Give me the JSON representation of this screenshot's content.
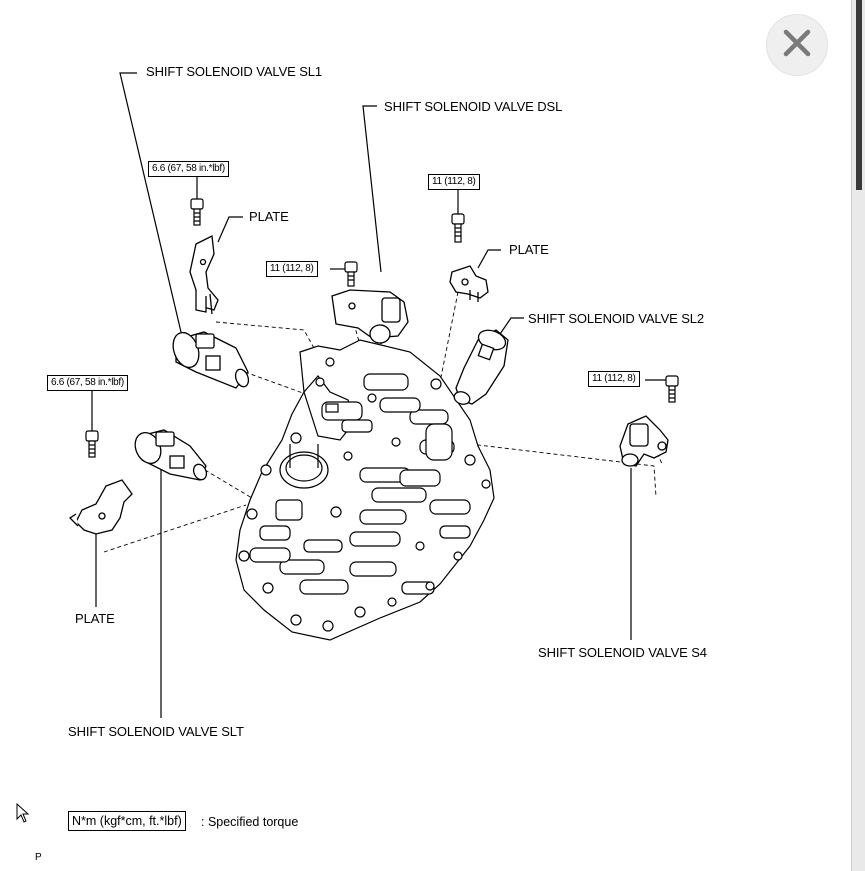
{
  "close_button": {
    "icon": "close-icon"
  },
  "labels": {
    "sl1": "SHIFT SOLENOID VALVE SL1",
    "dsl": "SHIFT SOLENOID VALVE DSL",
    "sl2": "SHIFT SOLENOID VALVE SL2",
    "s4": "SHIFT SOLENOID VALVE S4",
    "slt": "SHIFT SOLENOID VALVE SLT",
    "plate_top": "PLATE",
    "plate_right": "PLATE",
    "plate_left": "PLATE"
  },
  "torque": {
    "top_left": "6.6 (67, 58 in.*lbf)",
    "mid_left": "6.6 (67, 58 in.*lbf)",
    "dsl_bolt": "11 (112, 8)",
    "sl2_bolt": "11 (112, 8)",
    "s4_bolt": "11 (112, 8)"
  },
  "legend": {
    "unit": "N*m (kgf*cm, ft.*lbf)",
    "text": ": Specified torque"
  },
  "page_code": "P"
}
